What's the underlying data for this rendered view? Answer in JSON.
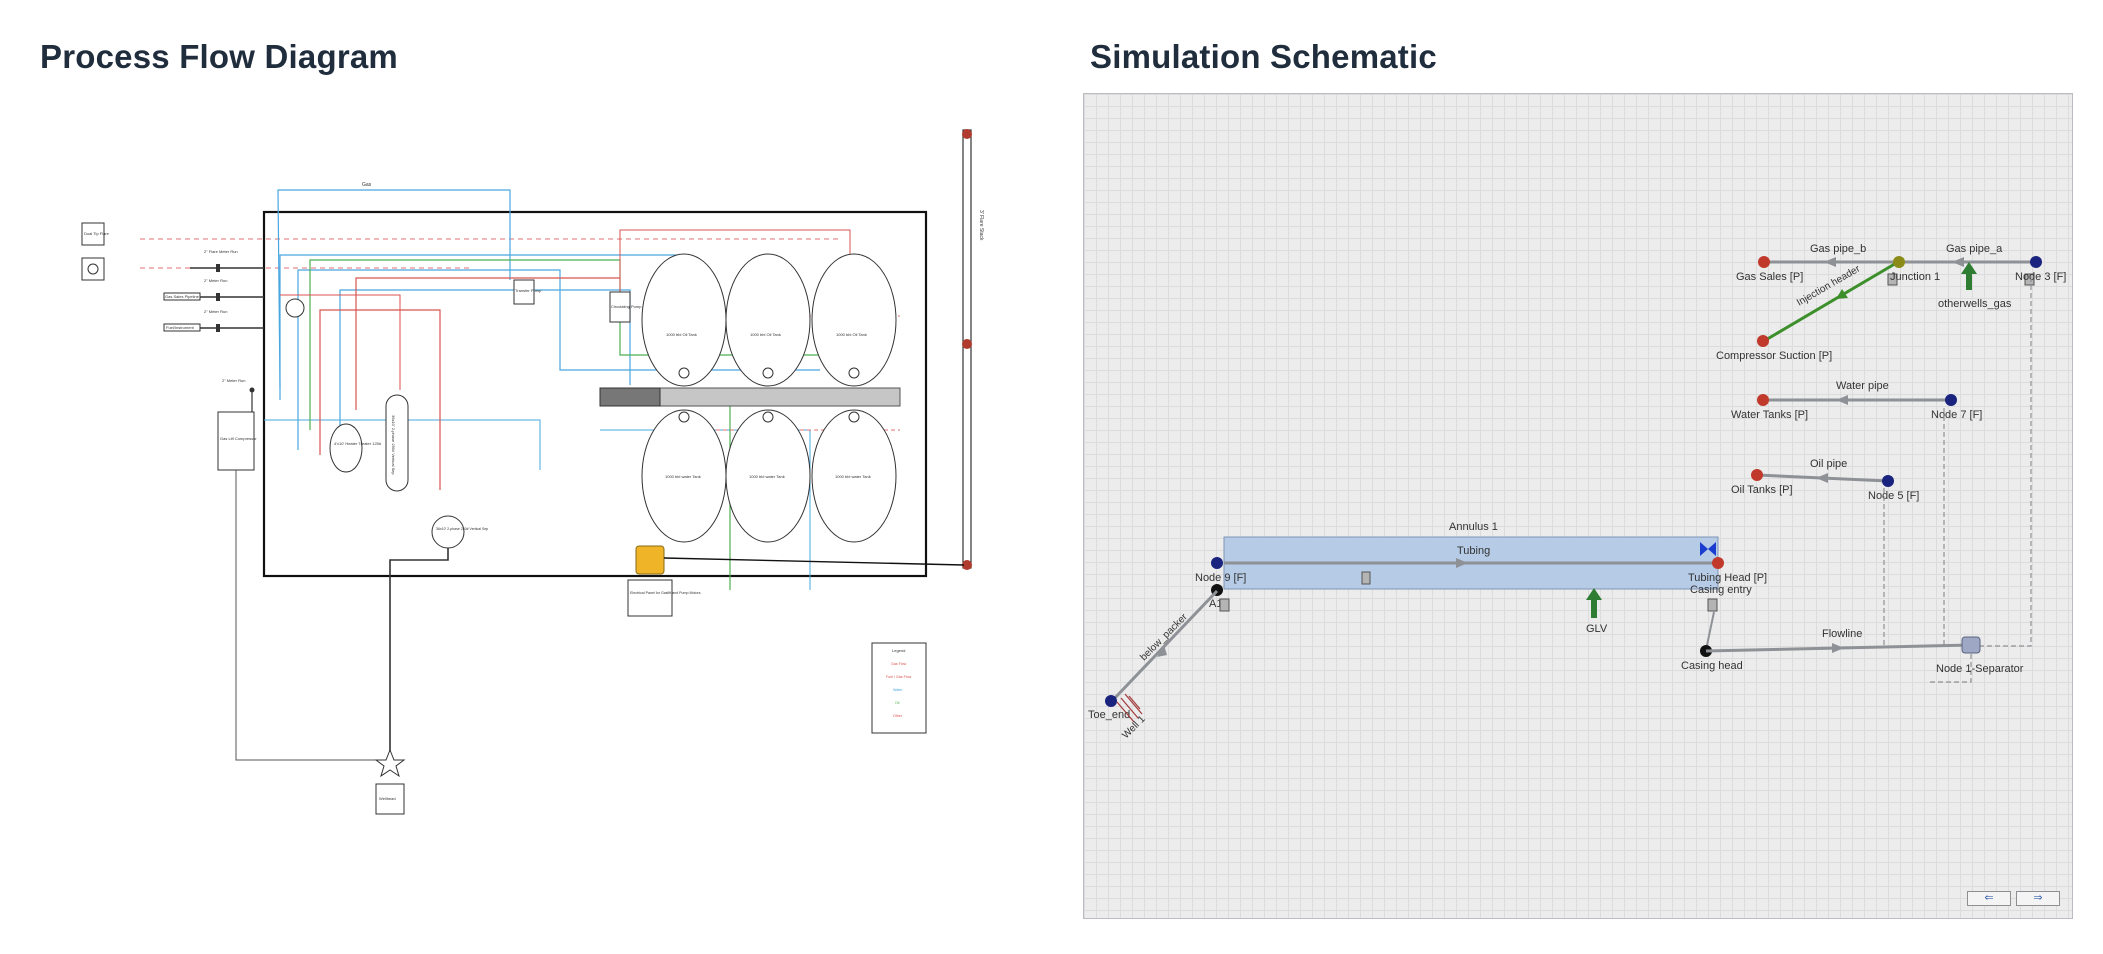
{
  "pfd": {
    "title": "Process Flow Diagram",
    "labels": {
      "gas_vent": "Dual Tip Flare",
      "gas_line_top": "Gas",
      "meter1": "2\" Flare Meter Run",
      "meter2": "2\" Meter Run",
      "meter3": "Gas Sales Pipeline",
      "meter4": "2\" Meter Run",
      "meter5": "Fuel/Instrument",
      "meter6": "2\" Meter Run",
      "compressor": "Gas Lift Compressor",
      "heater": "4'x10' Heater Treater 125#",
      "separator": "36x10' 2-phase 250# Vertical Sep",
      "transfer_pump": "Transfer Pump",
      "circ_pump": "Circulating Pump",
      "oil_tank": "1000 bbl Oil Tank",
      "water_tank": "1000 bbl water Tank",
      "panel": "Electrical Panel for Gaslift and Pump Motors",
      "wellhead": "Wellhead",
      "flare_stack": "3' Flare Stack",
      "legend_title": "Legend",
      "legend_items": [
        "Gas Flow",
        "Fuel / Gas Flow",
        "Water",
        "Oil",
        "Other"
      ]
    }
  },
  "sim": {
    "title": "Simulation Schematic",
    "labels": {
      "gas_pipe_b": "Gas pipe_b",
      "gas_pipe_a": "Gas pipe_a",
      "gas_sales": "Gas Sales [P]",
      "junction1": "Junction 1",
      "node3": "Node 3 [F]",
      "otherwells_gas": "otherwells_gas",
      "injection_header": "Injection header",
      "compressor_suction": "Compressor Suction [P]",
      "water_pipe": "Water pipe",
      "water_tanks": "Water Tanks [P]",
      "node7": "Node 7 [F]",
      "oil_pipe": "Oil pipe",
      "oil_tanks": "Oil Tanks [P]",
      "node5": "Node 5 [F]",
      "annulus1": "Annulus 1",
      "tubing": "Tubing",
      "node9": "Node 9 [F]",
      "a1": "A1",
      "tubing_head": "Tubing Head [P]",
      "casing_entry": "Casing entry",
      "glv": "GLV",
      "flowline": "Flowline",
      "casing_head": "Casing head",
      "node1_separator": "Node 1-Separator",
      "below_packer": "below_packer",
      "toe_end": "Toe_end",
      "well1": "Well 1"
    },
    "nav": {
      "prev": "⇐",
      "next": "⇒"
    },
    "colors": {
      "red_node": "#c0392b",
      "blue_node": "#1a237e",
      "black_node": "#111111",
      "junction": "#8b8b1a",
      "green": "#2e7d32",
      "pipe": "#8e9196",
      "annulus_fill": "#b6cbe6"
    }
  }
}
